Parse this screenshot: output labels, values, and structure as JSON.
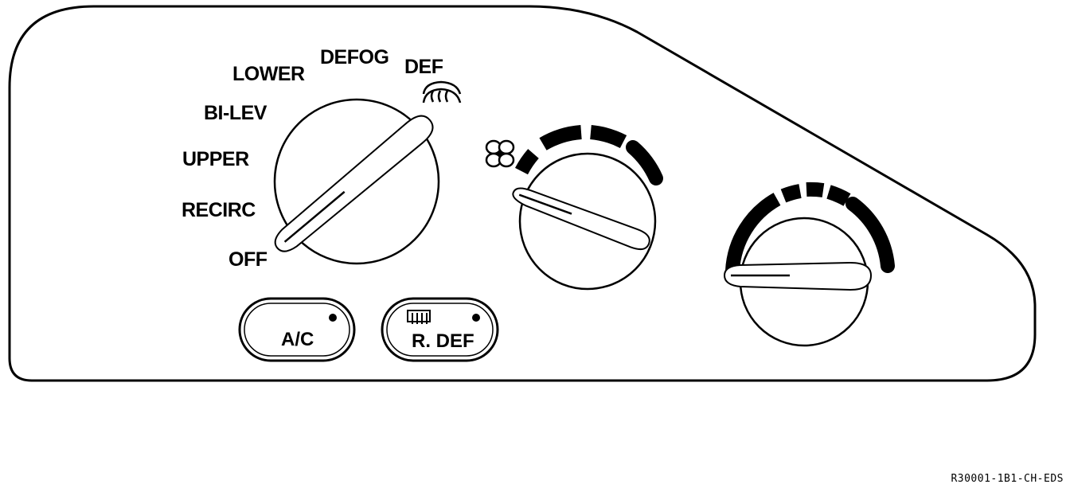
{
  "mode_selector": {
    "positions": [
      {
        "id": "off",
        "label": "OFF"
      },
      {
        "id": "recirc",
        "label": "RECIRC"
      },
      {
        "id": "upper",
        "label": "UPPER"
      },
      {
        "id": "bi-lev",
        "label": "BI-LEV"
      },
      {
        "id": "lower",
        "label": "LOWER"
      },
      {
        "id": "defog",
        "label": "DEFOG"
      },
      {
        "id": "def",
        "label": "DEF"
      }
    ],
    "selected": "OFF"
  },
  "fan_control": {
    "icon": "fan-icon",
    "speed_levels": 4
  },
  "temperature_control": {
    "scale_segments": 5
  },
  "buttons": {
    "ac": {
      "label": "A/C"
    },
    "rear_defrost": {
      "label": "R. DEF",
      "icon": "rear-defrost-icon"
    }
  },
  "figure_reference": "R30001-1B1-CH-EDS",
  "colors": {
    "line": "#000000",
    "background": "#ffffff"
  }
}
